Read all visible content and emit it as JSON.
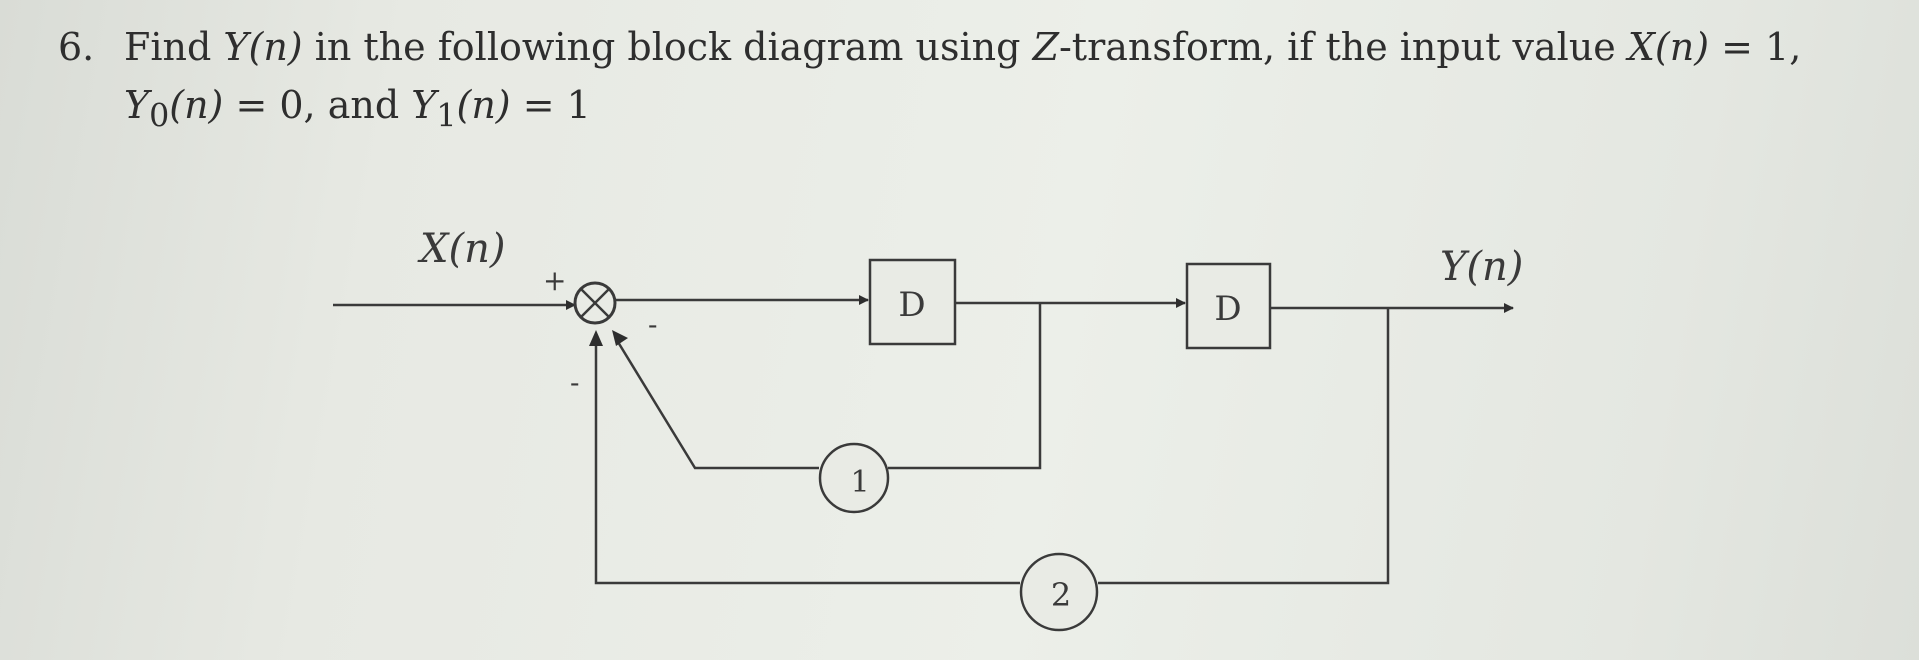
{
  "question": {
    "number": "6.",
    "line1_prefix": "Find ",
    "line1_y": "Y(n)",
    "line1_mid": " in the following block diagram using ",
    "line1_z": "Z",
    "line1_mid2": "-transform, if the input value ",
    "line1_x": "X(n)",
    "line1_suffix": " = 1,",
    "line2_y0": "Y",
    "line2_y0_sub": "0",
    "line2_y0_arg": "(n)",
    "line2_mid": " = 0, and ",
    "line2_y1": "Y",
    "line2_y1_sub": "1",
    "line2_y1_arg": "(n)",
    "line2_suffix": " = 1"
  },
  "diagram": {
    "input_label": "X(n)",
    "output_label": "Y(n)",
    "delay1_label": "D",
    "delay2_label": "D",
    "gain1_label": "1",
    "gain2_label": "2",
    "sign_plus": "+",
    "sign_minus_right": "-",
    "sign_minus_bottom": "-"
  }
}
